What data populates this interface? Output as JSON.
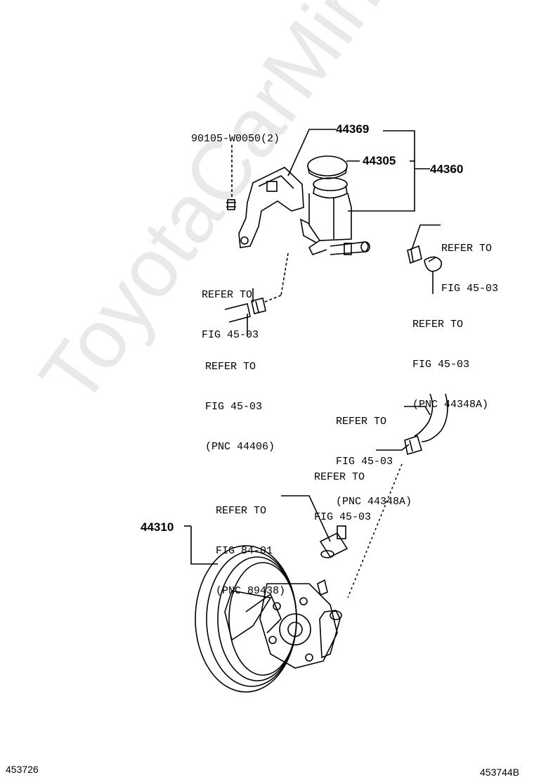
{
  "watermark": "ToyotaCarMine.ru",
  "part_numbers": {
    "p44369": "44369",
    "p44305": "44305",
    "p44360": "44360",
    "p90105": "90105-W0050(2)",
    "p44310": "44310"
  },
  "callouts": {
    "c1": [
      "REFER TO",
      "FIG 45-03"
    ],
    "c2": [
      "REFER TO",
      "FIG 45-03"
    ],
    "c3": [
      "REFER TO",
      "FIG 45-03",
      "(PNC 44348A)"
    ],
    "c4": [
      "REFER TO",
      "FIG 45-03",
      "(PNC 44406)"
    ],
    "c5": [
      "REFER TO",
      "FIG 45-03",
      "(PNC 44348A)"
    ],
    "c6": [
      "REFER TO",
      "FIG 45-03"
    ],
    "c7": [
      "REFER TO",
      "FIG 84-01",
      "(PNC 89438)"
    ]
  },
  "footer": {
    "left_code": "453726",
    "right_code": "453744B"
  }
}
